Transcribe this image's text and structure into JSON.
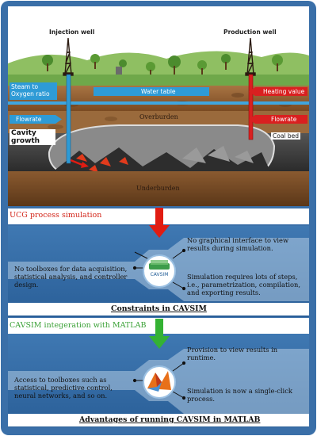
{
  "colors": {
    "frame": "#3a6fa8",
    "panel_dark": "#1f5c96",
    "panel_light": "#cfe0f0",
    "panel_mid": "#7fa7cf",
    "red_heading": "#d3271b",
    "green_heading": "#3aa136",
    "arrow_red": "#e11c12",
    "arrow_green": "#34b233",
    "pipe_blue": "#2e9bd6",
    "pipe_red": "#d92020",
    "sky": "#ffffff",
    "grass": "#6fa84a",
    "soil": "#8a5a2e",
    "coal": "#3c3c3c"
  },
  "wells": {
    "injection_title": "Injection well",
    "production_title": "Production well"
  },
  "scene_labels": {
    "steam_to_oxygen": "Steam to Oxygen ratio",
    "water_table": "Water table",
    "heating_value": "Heating value",
    "flowrate_left": "Flowrate",
    "flowrate_right": "Flowrate",
    "overburden": "Overburden",
    "cavity_growth": "Cavity growth",
    "coal_bed": "Coal bed",
    "underburden": "Underburden"
  },
  "section1": {
    "heading": "UCG process simulation",
    "top_right": "No graphical interface to view results during simulation.",
    "left": "No toolboxes for data acquisition, statistical analysis, and controller design.",
    "bottom_right": "Simulation requires lots of steps, i.e., parametrization, compilation, and exporting results.",
    "logo_text": "CAVSIM",
    "logo_icon": "cavsim-logo",
    "caption": "Constraints in CAVSIM"
  },
  "section2": {
    "heading": "CAVSIM integeration with MATLAB",
    "top_right": "Provision to view results in runtime.",
    "left": "Access to toolboxes such as statistical, predictive control, neural networks, and so on.",
    "bottom_right": "Simulation is now a single-click process.",
    "logo_icon": "matlab-logo",
    "caption": "Advantages of running CAVSIM in MATLAB"
  }
}
